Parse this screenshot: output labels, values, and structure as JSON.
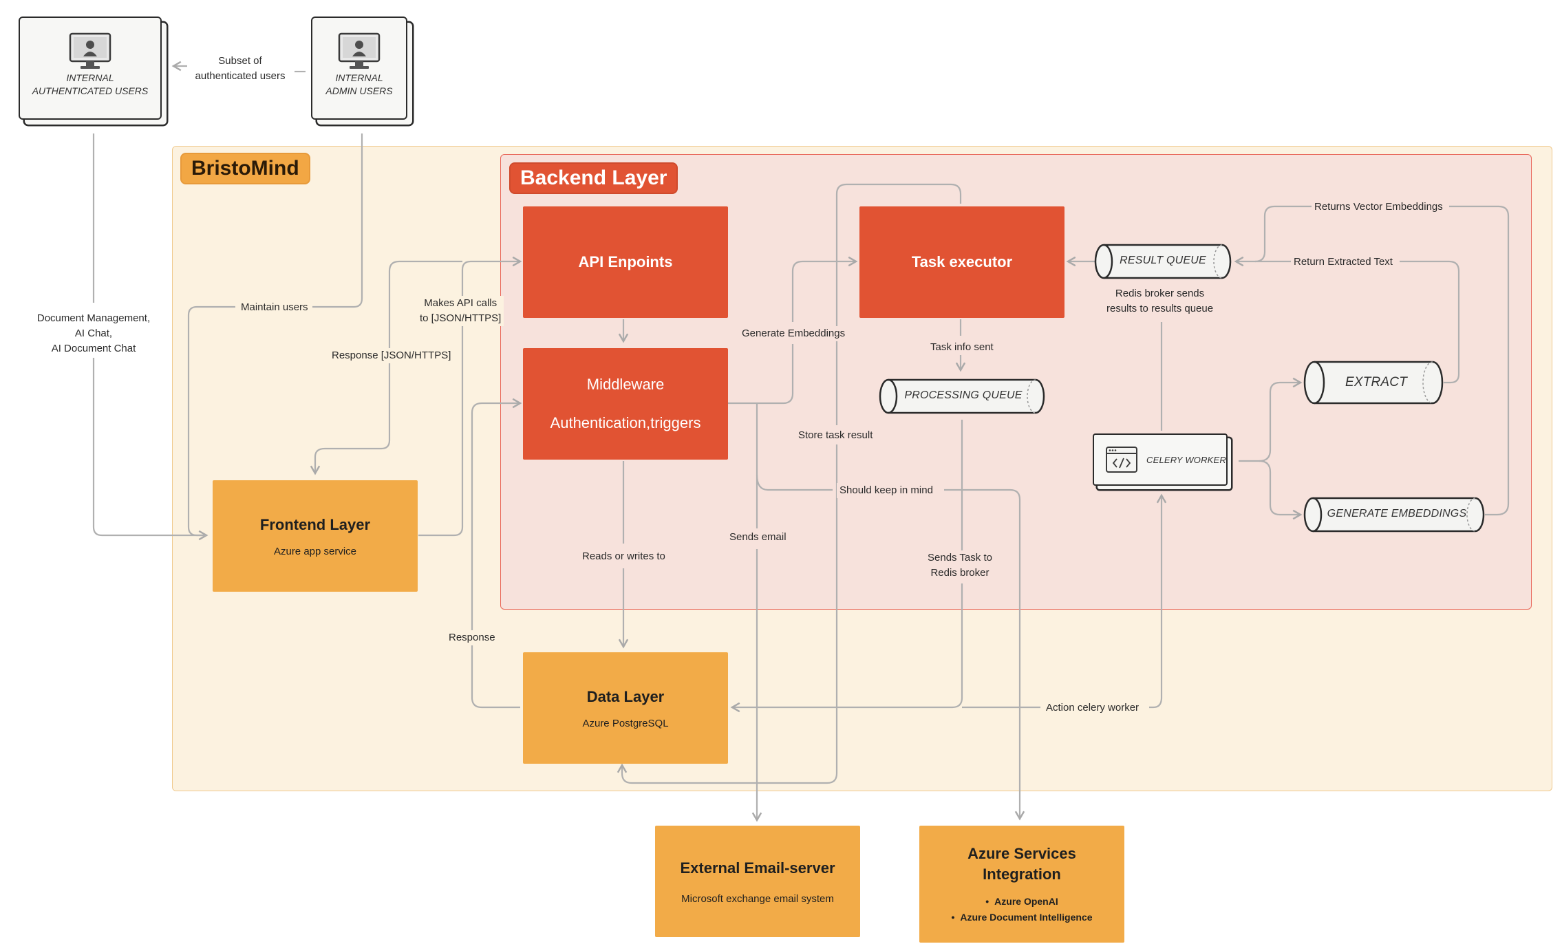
{
  "users": {
    "authenticated": {
      "line1": "INTERNAL",
      "line2": "AUTHENTICATED USERS"
    },
    "admin": {
      "line1": "INTERNAL",
      "line2": "ADMIN USERS"
    },
    "subset_label_1": "Subset of",
    "subset_label_2": "authenticated users"
  },
  "zones": {
    "bristo": "BristoMind",
    "backend": "Backend Layer"
  },
  "boxes": {
    "api": {
      "title": "API Enpoints"
    },
    "middleware": {
      "line1": "Middleware",
      "line2": "Authentication,triggers"
    },
    "task_executor": {
      "title": "Task executor"
    },
    "frontend": {
      "title": "Frontend Layer",
      "sub": "Azure app service"
    },
    "data": {
      "title": "Data Layer",
      "sub": "Azure PostgreSQL"
    },
    "email": {
      "title": "External Email-server",
      "sub": "Microsoft exchange email system"
    },
    "azure": {
      "title_1": "Azure Services",
      "title_2": "Integration",
      "items": [
        "Azure OpenAI",
        "Azure Document Intelligence"
      ]
    }
  },
  "queues": {
    "result": "RESULT QUEUE",
    "processing": "PROCESSING QUEUE",
    "extract": "EXTRACT",
    "embeddings": "GENERATE EMBEDDINGS",
    "worker": "CELERY WORKER"
  },
  "labels": {
    "doc_mgmt_1": "Document Management,",
    "doc_mgmt_2": "AI Chat,",
    "doc_mgmt_3": "AI Document Chat",
    "maintain_users": "Maintain users",
    "api_calls_1": "Makes API calls",
    "api_calls_2": "to [JSON/HTTPS]",
    "response_json": "Response [JSON/HTTPS]",
    "generate_embeddings": "Generate Embeddings",
    "store_task_result": "Store task result",
    "task_info_sent": "Task info sent",
    "should_keep": "Should keep in mind",
    "sends_email": "Sends email",
    "reads_writes": "Reads or writes to",
    "response": "Response",
    "sends_task_1": "Sends Task to",
    "sends_task_2": "Redis broker",
    "action_celery": "Action celery worker",
    "redis_results_1": "Redis broker sends",
    "redis_results_2": "results to results queue",
    "returns_vector": "Returns Vector Embeddings",
    "return_extracted": "Return Extracted Text"
  },
  "colors": {
    "red": "#e15333",
    "orange": "#f2ab48",
    "connector": "#a9a9a9"
  }
}
